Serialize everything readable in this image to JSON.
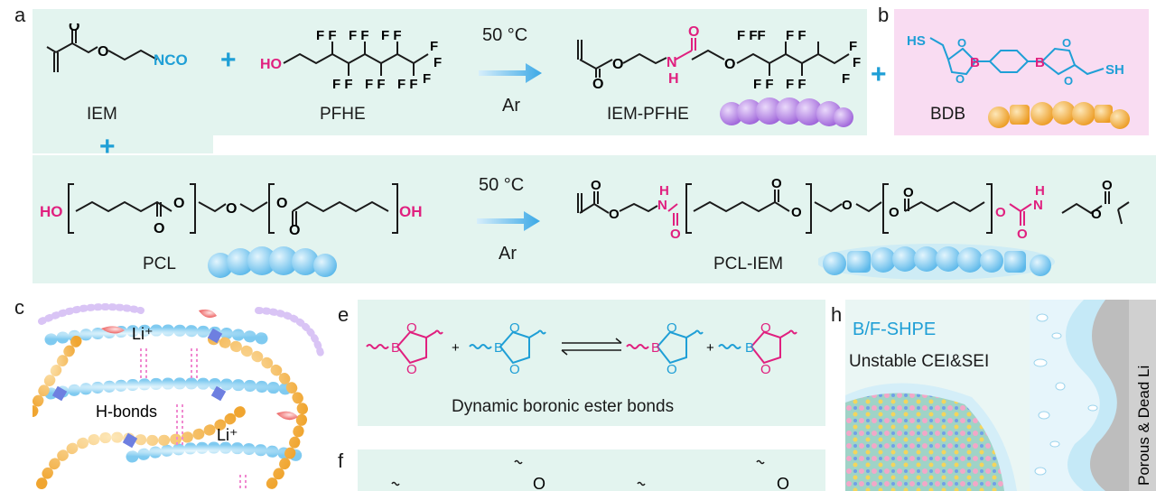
{
  "panel_a": {
    "letter": "a",
    "iem_label": "IEM",
    "iem_group": "NCO",
    "pfhe_label": "PFHE",
    "pfhe_ho": "HO",
    "iem_pfhe_label": "IEM-PFHE",
    "pcl_label": "PCL",
    "pcl_ho": "HO",
    "pcl_oh": "OH",
    "pcl_iem_label": "PCL-IEM",
    "condition_temp": "50 °C",
    "condition_gas": "Ar",
    "nh_label": "N",
    "h_label": "H",
    "o_label": "O",
    "f_label": "F"
  },
  "panel_b": {
    "letter": "b",
    "bdb_label": "BDB",
    "hs": "HS",
    "sh": "SH",
    "b_atom": "B"
  },
  "panel_c": {
    "letter": "c",
    "li_top": "Li⁺",
    "hbonds": "H-bonds",
    "li_mid": "Li⁺"
  },
  "panel_e": {
    "letter": "e",
    "caption": "Dynamic boronic ester bonds",
    "b_atom": "B",
    "o_atom": "O"
  },
  "panel_f": {
    "letter": "f"
  },
  "panel_h": {
    "letter": "h",
    "title": "B/F-SHPE",
    "subtitle": "Unstable CEI&SEI",
    "side_label": "Porous & Dead Li"
  },
  "colors": {
    "panel_a_bg": "#e3f4ef",
    "panel_b_bg": "#f9dcf2",
    "blue": "#1f9fd6",
    "magenta": "#e0207f",
    "arrow": "#5fb9e8",
    "purple_bead": "#b685e8",
    "orange_bead": "#f3b13d",
    "blue_bead": "#7fcaf0"
  }
}
